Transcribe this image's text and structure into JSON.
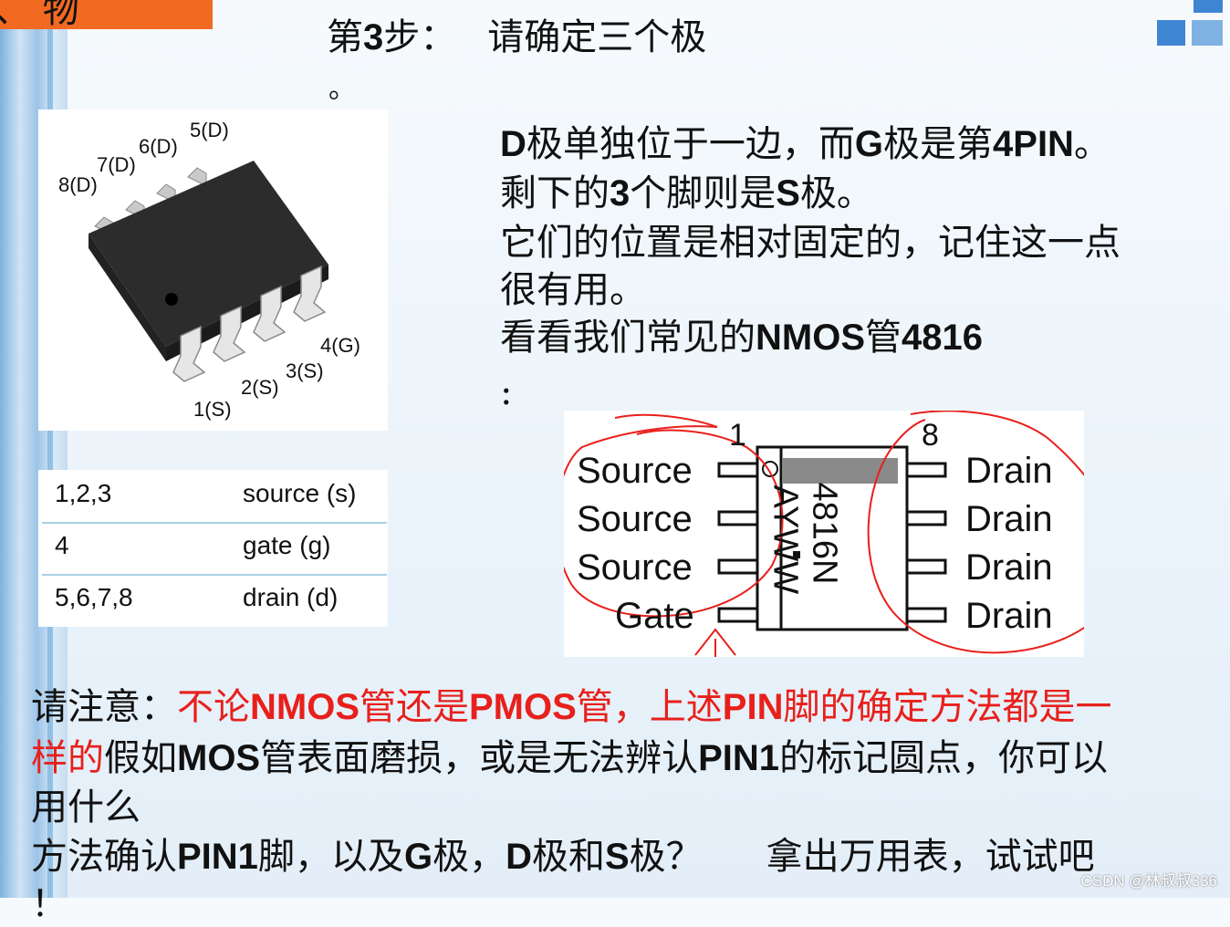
{
  "header": {
    "corner_tab_glyph": "、 物",
    "title_prefix": "第",
    "title_step_num": "3",
    "title_step_suffix": "步：",
    "title_text": "请确定三个极",
    "title_period": "。"
  },
  "chip_photo": {
    "pins": [
      "1(S)",
      "2(S)",
      "3(S)",
      "4(G)",
      "5(D)",
      "6(D)",
      "7(D)",
      "8(D)"
    ]
  },
  "pin_table": [
    {
      "pins": "1,2,3",
      "role": "source (s)"
    },
    {
      "pins": "4",
      "role": "gate (g)"
    },
    {
      "pins": "5,6,7,8",
      "role": "drain (d)"
    }
  ],
  "description": {
    "line1": {
      "a": "D",
      "b": "极单独位于一边，而",
      "c": "G",
      "d": "极是第",
      "e": "4PIN",
      "f": "。"
    },
    "line2": {
      "a": "剩下的",
      "b": "3",
      "c": "个脚则是",
      "d": "S",
      "e": "极。"
    },
    "line3": "它们的位置是相对固定的，记住这一点",
    "line4": "很有用。",
    "line5": {
      "a": "看看我们常见的",
      "b": "NMOS",
      "c": "管",
      "d": "4816"
    },
    "line6": ":"
  },
  "package_diagram": {
    "pin1_number": "1",
    "pin8_number": "8",
    "left_labels": [
      "Source",
      "Source",
      "Source",
      "Gate"
    ],
    "right_labels": [
      "Drain",
      "Drain",
      "Drain",
      "Drain"
    ],
    "marking_line1": "4816N",
    "marking_line2": "AYWW",
    "colors": {
      "annotation": "#e8201c",
      "pin1_bar": "#8a8a8a"
    }
  },
  "note": {
    "line1": {
      "a": "请注意：",
      "b": "不论",
      "c": "NMOS",
      "d": "管还是",
      "e": "PMOS",
      "f": "管，",
      "g": "上述",
      "h": "PIN",
      "i": "脚的确定方法都是一"
    },
    "line2": {
      "a": "样的",
      "b": "假如",
      "c": "MOS",
      "d": "管表面磨损，或是无法辨认",
      "e": "PIN1",
      "f": "的标记圆点，你可以"
    },
    "line3": "用什么",
    "line4": {
      "a": "方法确认",
      "b": "PIN1",
      "c": "脚，以及",
      "d": "G",
      "e": "极，",
      "f": "D",
      "g": "极和",
      "h": "S",
      "i": "极？",
      "j": "拿出万用表，试试吧"
    },
    "line5": "！"
  },
  "watermark": "CSDN @林叔叔336",
  "theme": {
    "accent_orange": "#f26a22",
    "accent_blue": "#3f86d2",
    "red": "#e8201c"
  }
}
